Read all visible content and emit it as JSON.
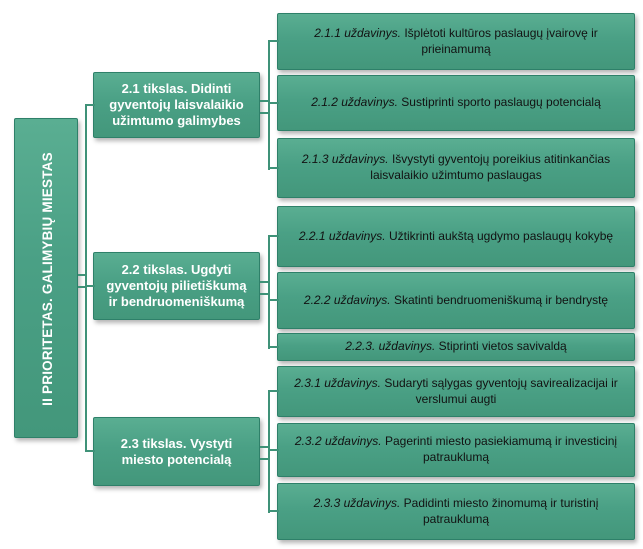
{
  "priority": {
    "label": "II PRIORITETAS. GALIMYBIŲ MIESTAS"
  },
  "goals": [
    {
      "label": "2.1 tikslas. Didinti gyventojų laisvalaikio užimtumo galimybes",
      "tasks": [
        {
          "prefix": "2.1.1 uždavinys.",
          "text": "Išplėtoti kultūros paslaugų įvairovę ir prieinamumą"
        },
        {
          "prefix": "2.1.2 uždavinys.",
          "text": "Sustiprinti sporto paslaugų potencialą"
        },
        {
          "prefix": "2.1.3 uždavinys.",
          "text": "Išvystyti gyventojų poreikius atitinkančias laisvalaikio užimtumo paslaugas"
        }
      ]
    },
    {
      "label": "2.2 tikslas. Ugdyti gyventojų pilietiškumą ir bendruomeniškumą",
      "tasks": [
        {
          "prefix": "2.2.1 uždavinys.",
          "text": "Užtikrinti aukštą ugdymo paslaugų kokybę"
        },
        {
          "prefix": "2.2.2 uždavinys.",
          "text": "Skatinti bendruomeniškumą ir bendrystę"
        },
        {
          "prefix": "2.2.3. uždavinys.",
          "text": "Stiprinti vietos savivaldą"
        }
      ]
    },
    {
      "label": "2.3 tikslas. Vystyti miesto potencialą",
      "tasks": [
        {
          "prefix": "2.3.1 uždavinys.",
          "text": "Sudaryti sąlygas gyventojų savirealizacijai ir verslumui augti"
        },
        {
          "prefix": "2.3.2 uždavinys.",
          "text": "Pagerinti miesto pasiekiamumą ir investicinį patrauklumą"
        },
        {
          "prefix": "2.3.3 uždavinys.",
          "text": "Padidinti miesto žinomumą ir turistinį patrauklumą"
        }
      ]
    }
  ],
  "colors": {
    "box_fill_top": "#5aae92",
    "box_fill_bottom": "#43977b",
    "box_border": "#2e8069",
    "connector": "#3f9278",
    "goal_text": "#ffffff",
    "task_text": "#121212",
    "background": "#ffffff"
  }
}
